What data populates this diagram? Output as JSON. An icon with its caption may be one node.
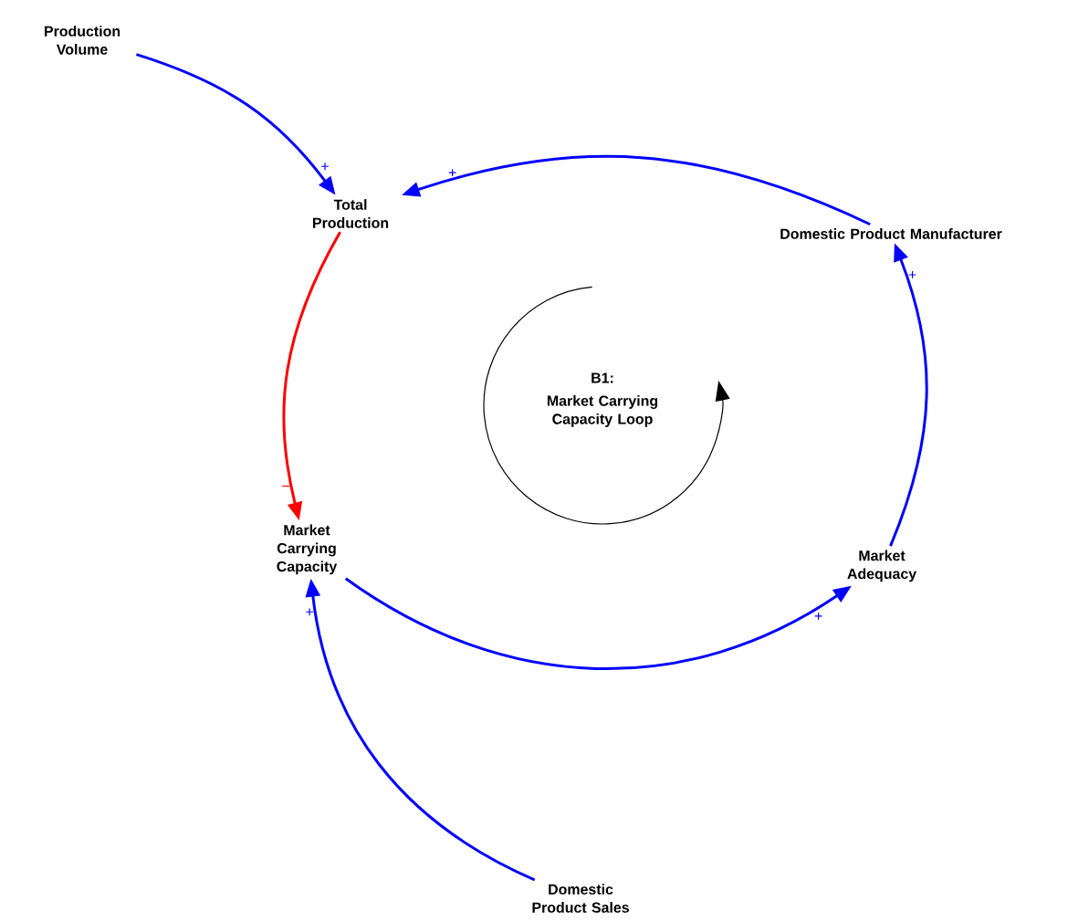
{
  "diagram": {
    "nodes": [
      {
        "text": [
          "Production Volume"
        ]
      },
      {
        "text": [
          "Total Production"
        ]
      },
      {
        "text": [
          "Domestic Product Manufacturer"
        ]
      },
      {
        "text": [
          "Market Carrying Capacity"
        ]
      },
      {
        "text": [
          "Market Adequacy"
        ]
      },
      {
        "text": [
          "Domestic Product Sales"
        ]
      }
    ],
    "edges": [
      {
        "from": 0,
        "to": 1,
        "arrow": "to",
        "label": "+"
      },
      {
        "from": 2,
        "to": 1,
        "arrow": "to",
        "label": "+"
      },
      {
        "from": 1,
        "to": 3,
        "arrow": "to",
        "label": "−",
        "color": "#ff0000"
      },
      {
        "from": 3,
        "to": 4,
        "arrow": "to",
        "label": "+"
      },
      {
        "from": 4,
        "to": 2,
        "arrow": "to",
        "label": "+"
      },
      {
        "from": 5,
        "to": 3,
        "arrow": "to",
        "label": "+"
      }
    ],
    "labels": [
      "B1:",
      "Market Carrying Capacity Loop"
    ]
  }
}
